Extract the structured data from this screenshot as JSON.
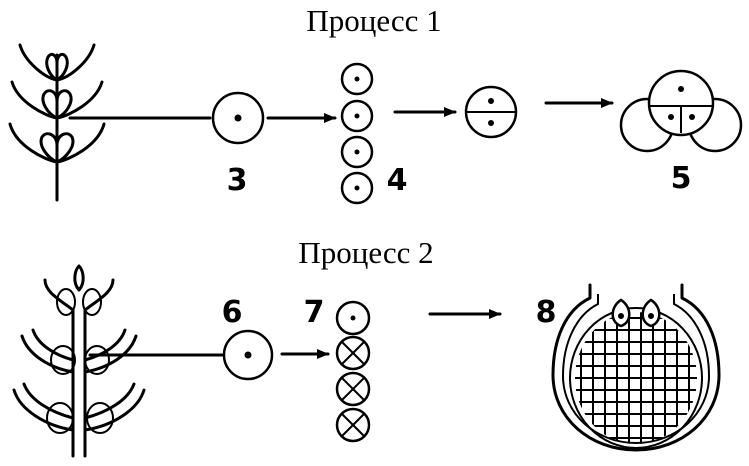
{
  "process1": {
    "title": "Процесс 1",
    "labels": {
      "n3": "3",
      "n4": "4",
      "n5": "5"
    }
  },
  "process2": {
    "title": "Процесс 2",
    "labels": {
      "n6": "6",
      "n7": "7",
      "n8": "8"
    }
  },
  "colors": {
    "ink": "#000000",
    "background": "#ffffff"
  }
}
